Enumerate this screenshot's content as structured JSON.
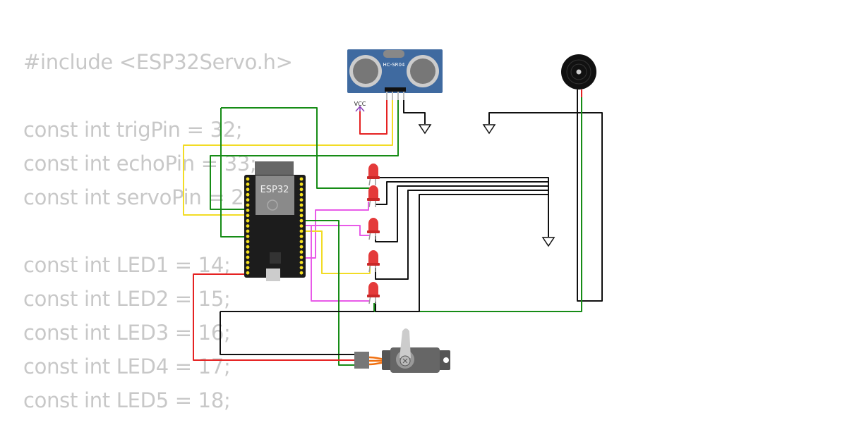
{
  "code_lines": [
    "#include <ESP32Servo.h>",
    "",
    "const int trigPin = 32;",
    "const int echoPin = 33;",
    "const int servoPin = 2",
    "",
    "const int LED1 = 14;",
    "const int LED2 = 15;",
    "const int LED3 = 16;",
    "const int LED4 = 17;",
    "const int LED5 = 18;"
  ],
  "components": {
    "esp32": {
      "label": "ESP32"
    },
    "ultrasonic": {
      "label": "HC-SR04",
      "pins": [
        "VCC",
        "TRIG",
        "ECHO",
        "GND"
      ]
    },
    "vcc_label": "VCC",
    "leds": [
      "LED1",
      "LED2",
      "LED3",
      "LED4",
      "LED5"
    ],
    "buzzer": "buzzer",
    "servo": "servo"
  },
  "colors": {
    "red": "#e52222",
    "yellow": "#f2dc25",
    "green": "#168c16",
    "magenta": "#e85ae8",
    "black": "#111111",
    "vcc": "#8b3fb8",
    "led": "#e43a3a",
    "board": "#1c1c1c",
    "sensor": "#3f6aa0"
  }
}
